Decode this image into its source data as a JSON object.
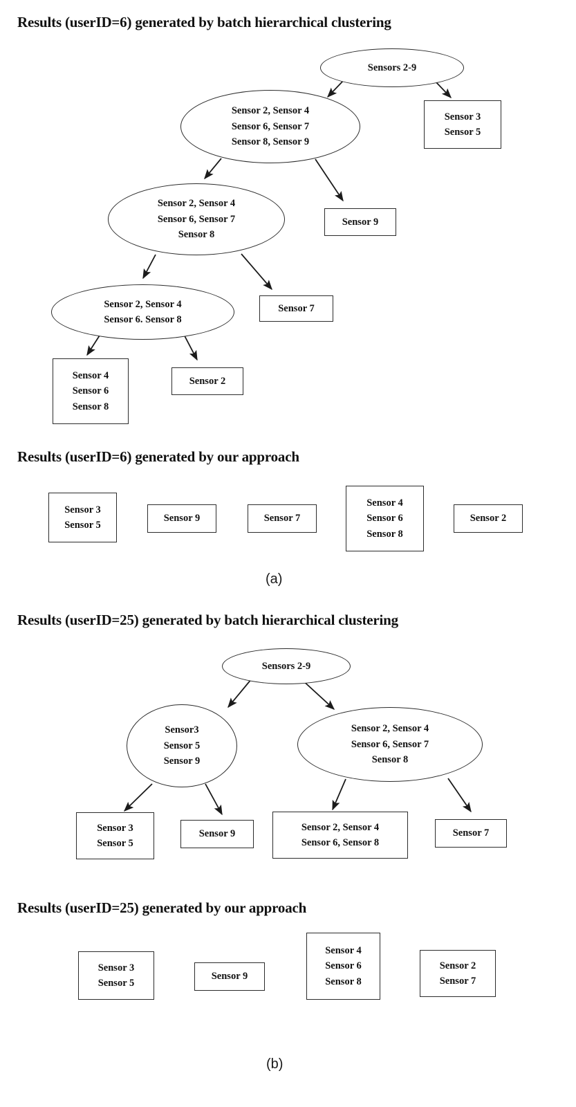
{
  "figure": {
    "subfigure_a_label": "(a)",
    "subfigure_b_label": "(b)"
  },
  "section_a": {
    "batch_heading": "Results (userID=6) generated by batch hierarchical clustering",
    "approach_heading": "Results (userID=6) generated by our approach",
    "tree": {
      "root": {
        "line1": "Sensors 2-9"
      },
      "node_l1": {
        "line1": "Sensor 2, Sensor 4",
        "line2": "Sensor 6, Sensor 7",
        "line3": "Sensor 8, Sensor 9"
      },
      "leaf_35": {
        "line1": "Sensor 3",
        "line2": "Sensor 5"
      },
      "node_l2": {
        "line1": "Sensor 2, Sensor 4",
        "line2": "Sensor 6, Sensor 7",
        "line3": "Sensor 8"
      },
      "leaf_9": {
        "line1": "Sensor 9"
      },
      "node_l3": {
        "line1": "Sensor 2, Sensor 4",
        "line2": "Sensor 6. Sensor 8"
      },
      "leaf_7": {
        "line1": "Sensor 7"
      },
      "leaf_468": {
        "line1": "Sensor 4",
        "line2": "Sensor 6",
        "line3": "Sensor 8"
      },
      "leaf_2": {
        "line1": "Sensor 2"
      }
    },
    "approach_clusters": [
      {
        "line1": "Sensor 3",
        "line2": "Sensor 5"
      },
      {
        "line1": "Sensor 9"
      },
      {
        "line1": "Sensor 7"
      },
      {
        "line1": "Sensor 4",
        "line2": "Sensor 6",
        "line3": "Sensor 8"
      },
      {
        "line1": "Sensor 2"
      }
    ]
  },
  "section_b": {
    "batch_heading": "Results (userID=25) generated by batch hierarchical clustering",
    "approach_heading": "Results (userID=25) generated by our approach",
    "tree": {
      "root": {
        "line1": "Sensors 2-9"
      },
      "node_left": {
        "line1": "Sensor3",
        "line2": "Sensor 5",
        "line3": "Sensor 9"
      },
      "node_right": {
        "line1": "Sensor 2, Sensor 4",
        "line2": "Sensor 6, Sensor 7",
        "line3": "Sensor 8"
      },
      "leaf_35": {
        "line1": "Sensor 3",
        "line2": "Sensor 5"
      },
      "leaf_9": {
        "line1": "Sensor 9"
      },
      "leaf_2468": {
        "line1": "Sensor 2, Sensor 4",
        "line2": "Sensor 6, Sensor 8"
      },
      "leaf_7": {
        "line1": "Sensor 7"
      }
    },
    "approach_clusters": [
      {
        "line1": "Sensor 3",
        "line2": "Sensor 5"
      },
      {
        "line1": "Sensor 9"
      },
      {
        "line1": "Sensor 4",
        "line2": "Sensor 6",
        "line3": "Sensor 8"
      },
      {
        "line1": "Sensor 2",
        "line2": "Sensor 7"
      }
    ]
  },
  "colors": {
    "stroke": "#2b2b2b",
    "text": "#111111",
    "background": "#ffffff"
  }
}
